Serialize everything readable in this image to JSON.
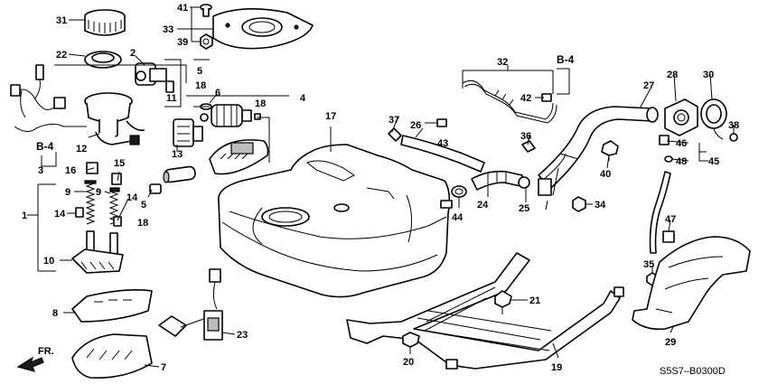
{
  "diagram_code": "S5S7–B0300D",
  "fr_label": "FR.",
  "refs": {
    "b4_left": "B-4",
    "b4_right": "B-4"
  },
  "labels": {
    "n1": "1",
    "n2": "2",
    "n3": "3",
    "n4": "4",
    "n5a": "5",
    "n5b": "5",
    "n6": "6",
    "n7": "7",
    "n8": "8",
    "n9a": "9",
    "n9b": "9",
    "n10": "10",
    "n11": "11",
    "n12": "12",
    "n13": "13",
    "n14a": "14",
    "n14b": "14",
    "n15": "15",
    "n16": "16",
    "n17": "17",
    "n18a": "18",
    "n18b": "18",
    "n18c": "18",
    "n19": "19",
    "n20": "20",
    "n21": "21",
    "n22": "22",
    "n23": "23",
    "n24": "24",
    "n25": "25",
    "n26": "26",
    "n27": "27",
    "n28": "28",
    "n29": "29",
    "n30": "30",
    "n31": "31",
    "n32": "32",
    "n33": "33",
    "n34": "34",
    "n35": "35",
    "n36": "36",
    "n37": "37",
    "n38": "38",
    "n39": "39",
    "n40": "40",
    "n41": "41",
    "n42": "42",
    "n43": "43",
    "n44": "44",
    "n45": "45",
    "n46": "46",
    "n47": "47",
    "n48": "48"
  }
}
